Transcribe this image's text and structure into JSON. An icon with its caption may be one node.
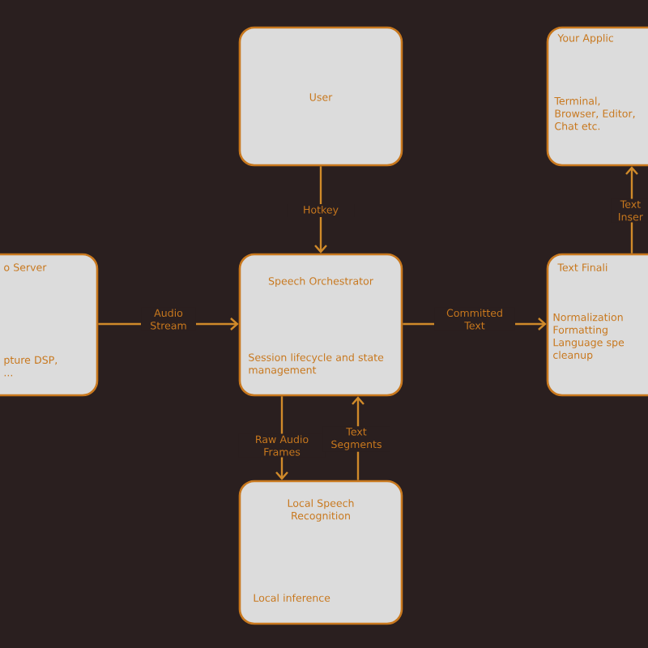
{
  "diagram": {
    "nodes": [
      {
        "text": [
          "User"
        ]
      },
      {
        "text": [
          "Speech Orchestrator",
          "Session lifecycle and state management"
        ]
      },
      {
        "text": [
          "Local Speech Recognition",
          "Local inference"
        ]
      },
      {
        "text": [
          "o Server",
          "pture DSP, ..."
        ]
      },
      {
        "text": [
          "Your Applic",
          "Terminal, Browser, Editor, Chat etc."
        ]
      },
      {
        "text": [
          "Text Finali",
          "Normalization Formatting Language spe cleanup"
        ]
      }
    ],
    "edges": [
      {
        "from": 0,
        "to": 1,
        "arrow": "to",
        "label": "Hotkey"
      },
      {
        "from": 3,
        "to": 1,
        "arrow": "to",
        "label": "Audio Stream"
      },
      {
        "from": 1,
        "to": 5,
        "arrow": "to",
        "label": "Committed Text"
      },
      {
        "from": 1,
        "to": 2,
        "arrow": "to",
        "label": "Raw Audio Frames"
      },
      {
        "from": 2,
        "to": 1,
        "arrow": "to",
        "label": "Text Segments"
      },
      {
        "from": 5,
        "to": 4,
        "arrow": "to",
        "label": "Text Inser"
      }
    ]
  }
}
